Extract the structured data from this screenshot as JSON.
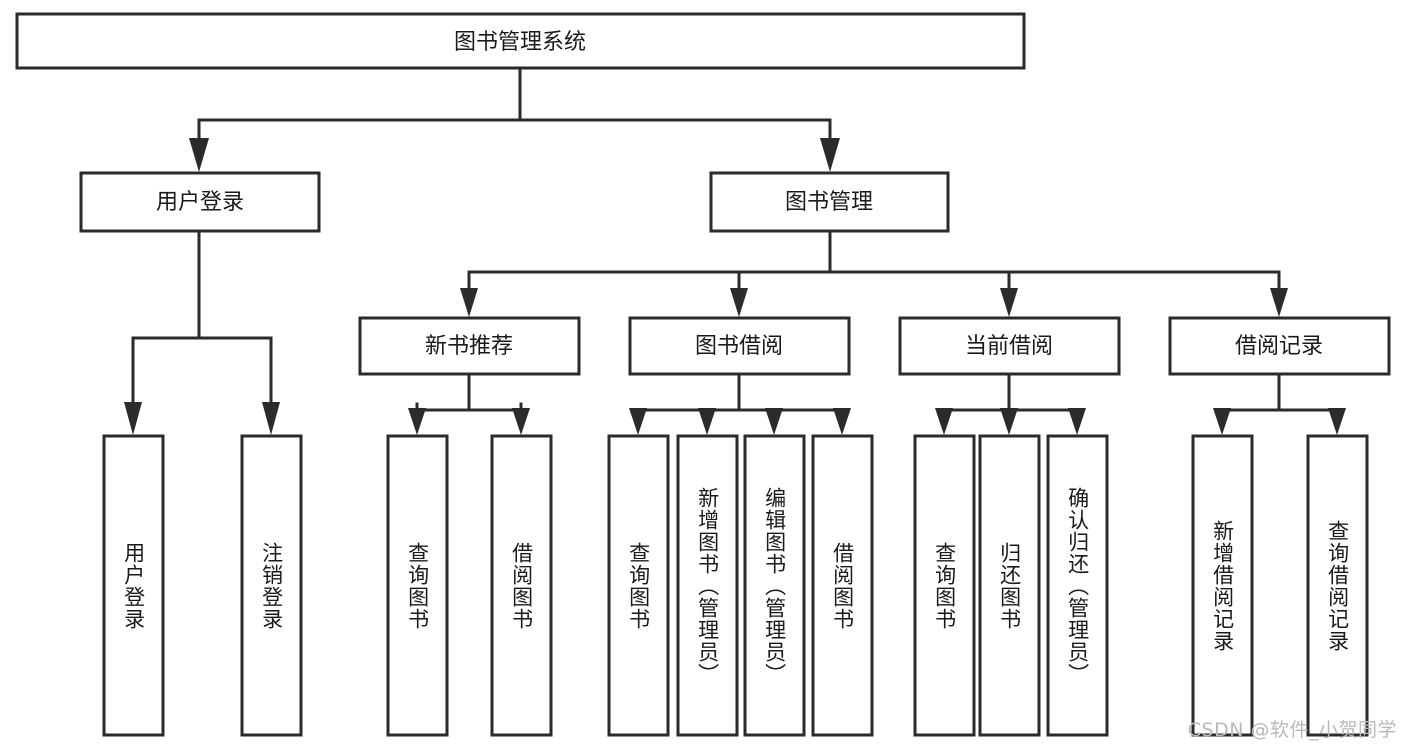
{
  "diagram": {
    "type": "tree",
    "title": "图书管理系统",
    "orientation": "top-down",
    "root": {
      "label": "图书管理系统"
    },
    "level1": [
      {
        "label": "用户登录"
      },
      {
        "label": "图书管理"
      }
    ],
    "level2": [
      {
        "label": "新书推荐"
      },
      {
        "label": "图书借阅"
      },
      {
        "label": "当前借阅"
      },
      {
        "label": "借阅记录"
      }
    ],
    "leaves": {
      "user_login": [
        {
          "label": "用户登录"
        },
        {
          "label": "注销登录"
        }
      ],
      "new_book_recommend": [
        {
          "label": "查询图书"
        },
        {
          "label": "借阅图书"
        }
      ],
      "book_borrow": [
        {
          "label": "查询图书"
        },
        {
          "label": "新增图书（管理员）"
        },
        {
          "label": "编辑图书（管理员）"
        },
        {
          "label": "借阅图书"
        }
      ],
      "current_borrow": [
        {
          "label": "查询图书"
        },
        {
          "label": "归还图书"
        },
        {
          "label": "确认归还（管理员）"
        }
      ],
      "borrow_record": [
        {
          "label": "新增借阅记录"
        },
        {
          "label": "查询借阅记录"
        }
      ]
    }
  },
  "watermark": {
    "text": "CSDN @软件_小贺同学"
  },
  "colors": {
    "stroke": "#2b2b2b",
    "fill": "#ffffff",
    "text": "#1a1a1a",
    "watermark": "#b9b9b9"
  }
}
